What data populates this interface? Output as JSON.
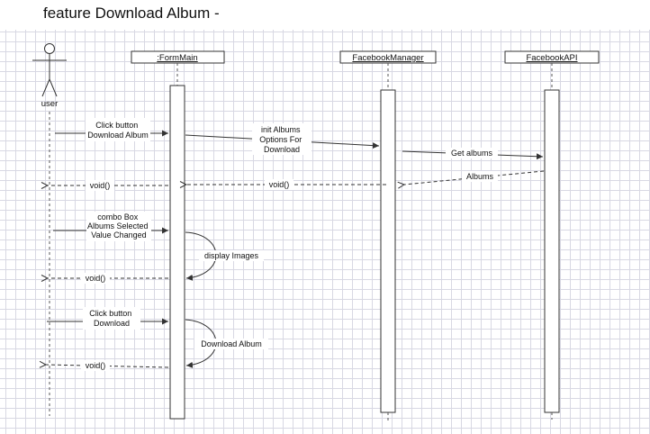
{
  "page": {
    "title": "feature Download Album -"
  },
  "actors": {
    "user": "user"
  },
  "lifelines": {
    "form_main": ":FormMain",
    "facebook_manager": "FacebookManager",
    "facebook_api": "FacebookAPI"
  },
  "messages": {
    "click_download_album": [
      "Click button",
      "Download Album"
    ],
    "init_albums": [
      "init Albums",
      "Options For",
      "Download"
    ],
    "get_albums": "Get albums",
    "albums_return": "Albums",
    "void_manager": "void()",
    "void_user_1": "void()",
    "combo_changed": [
      "combo Box",
      "Albums Selected",
      "Value Changed"
    ],
    "display_images": "display Images",
    "void_user_2": "void()",
    "click_download": [
      "Click button",
      "Download"
    ],
    "download_album": "Download Album",
    "void_user_3": "void()"
  }
}
